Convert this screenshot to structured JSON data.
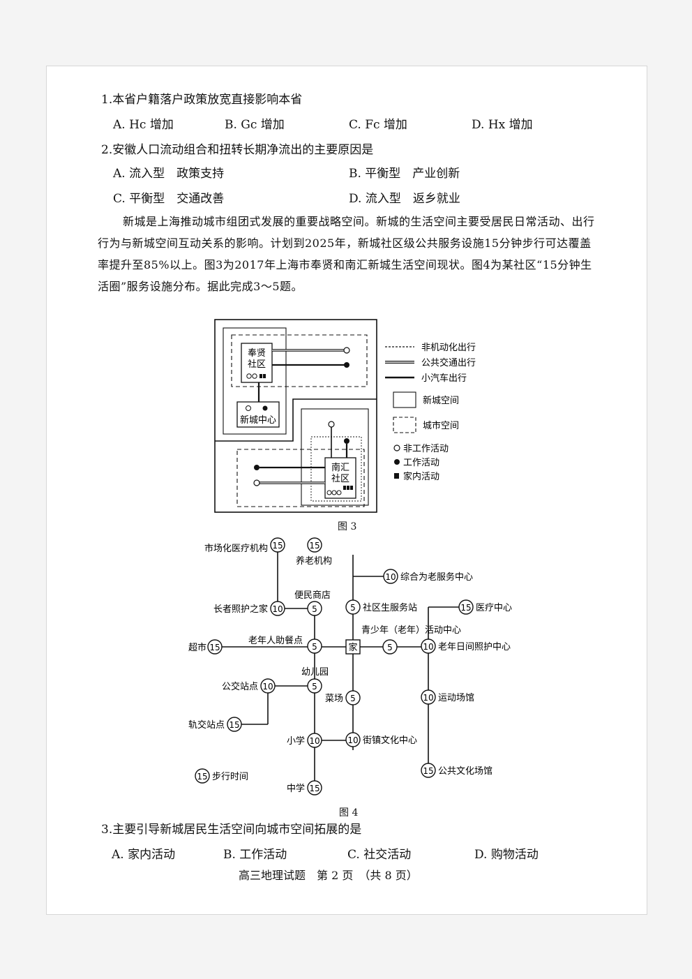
{
  "q1": {
    "stem": "1.本省户籍落户政策放宽直接影响本省",
    "options": [
      "A. Hc 增加",
      "B. Gc 增加",
      "C. Fc 增加",
      "D. Hx 增加"
    ]
  },
  "q2": {
    "stem": "2.安徽人口流动组合和扭转长期净流出的主要原因是",
    "options": [
      "A. 流入型　政策支持",
      "B. 平衡型　产业创新",
      "C. 平衡型　交通改善",
      "D. 流入型　返乡就业"
    ]
  },
  "passage": "新城是上海推动城市组团式发展的重要战略空间。新城的生活空间主要受居民日常活动、出行行为与新城空间互动关系的影响。计划到2025年，新城社区级公共服务设施15分钟步行可达覆盖率提升至85%以上。图3为2017年上海市奉贤和南汇新城生活空间现状。图4为某社区“15分钟生活圈”服务设施分布。据此完成3～5题。",
  "fig3": {
    "caption": "图 3",
    "labels": {
      "fengxian_1": "奉贤",
      "fengxian_2": "社区",
      "xincheng_center": "新城中心",
      "nanhui_1": "南汇",
      "nanhui_2": "社区"
    },
    "legend": {
      "nonmotor": "非机动化出行",
      "public": "公共交通出行",
      "car": "小汽车出行",
      "newcity": "新城空间",
      "city": "城市空间",
      "nonwork": "非工作活动",
      "work": "工作活动",
      "home": "家内活动"
    }
  },
  "fig4": {
    "caption": "图 4",
    "home_label": "家",
    "legend_num": "15",
    "legend_text": "步行时间",
    "nodes": {
      "market_medical": {
        "num": "15",
        "label": "市场化医疗机构"
      },
      "elderly_home": {
        "num": "15",
        "label": "养老机构"
      },
      "integrated_elderly": {
        "num": "10",
        "label": "综合为老服务中心"
      },
      "convenience": {
        "num": "5",
        "label": "便民商店"
      },
      "longevity": {
        "num": "10",
        "label": "长者照护之家"
      },
      "community_station": {
        "num": "5",
        "label": "社区生服务站"
      },
      "medical_center": {
        "num": "15",
        "label": "医疗中心"
      },
      "youth_center": {
        "num": "5",
        "label": "青少年（老年）活动中心"
      },
      "supermarket": {
        "num": "15",
        "label": "超市"
      },
      "elderly_dining": {
        "num": "5",
        "label": "老年人助餐点"
      },
      "elderly_daycare": {
        "num": "10",
        "label": "老年日间照护中心"
      },
      "kindergarten": {
        "num": "5",
        "label": "幼儿园"
      },
      "bus_stop": {
        "num": "10",
        "label": "公交站点"
      },
      "vegetable_market": {
        "num": "5",
        "label": "菜场"
      },
      "sports": {
        "num": "10",
        "label": "运动场馆"
      },
      "rail_stop": {
        "num": "15",
        "label": "轨交站点"
      },
      "primary": {
        "num": "10",
        "label": "小学"
      },
      "street_culture": {
        "num": "10",
        "label": "街镇文化中心"
      },
      "public_culture": {
        "num": "15",
        "label": "公共文化场馆"
      },
      "middle": {
        "num": "15",
        "label": "中学"
      }
    }
  },
  "q3": {
    "stem": "3.主要引导新城居民生活空间向城市空间拓展的是",
    "options": [
      "A. 家内活动",
      "B. 工作活动",
      "C. 社交活动",
      "D. 购物活动"
    ]
  },
  "footer": "高三地理试题　第 2 页　（共 8 页）"
}
